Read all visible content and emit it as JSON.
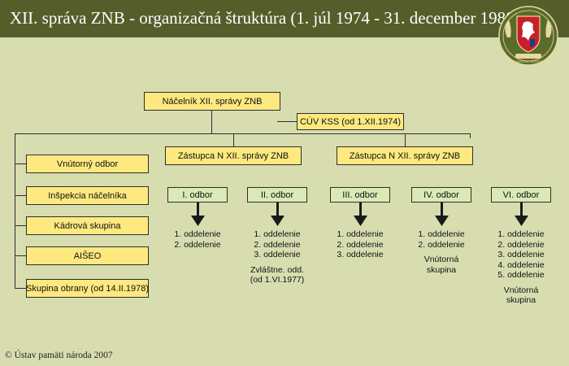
{
  "header": {
    "title": "XII. správa ZNB - organizačná štruktúra    (1. júl 1974 - 31. december 1980)"
  },
  "emblem": {
    "motto": "ZBOR NÁRODNEJ BEZPEČNOSTI"
  },
  "chief": "Náčelník XII. správy ZNB",
  "cuv": "CÚV KSS (od 1.XII.1974)",
  "deputies": [
    "Zástupca N XII. správy ZNB",
    "Zástupca N XII. správy ZNB"
  ],
  "left_units": [
    "Vnútorný odbor",
    "Inšpekcia náčelníka",
    "Kádrová skupina",
    "AIŠEO",
    "Skupina obrany (od 14.II.1978)"
  ],
  "departments": [
    {
      "label": "I. odbor",
      "subs": [
        "1. oddelenie",
        "2. oddelenie"
      ]
    },
    {
      "label": "II. odbor",
      "subs": [
        "1. oddelenie",
        "2. oddelenie",
        "3. oddelenie",
        "Zvláštne. odd.",
        "(od 1.VI.1977)"
      ]
    },
    {
      "label": "III. odbor",
      "subs": [
        "1. oddelenie",
        "2. oddelenie",
        "3. oddelenie"
      ]
    },
    {
      "label": "IV. odbor",
      "subs": [
        "1. oddelenie",
        "2. oddelenie",
        "Vnútorná",
        "skupina"
      ]
    },
    {
      "label": "VI. odbor",
      "subs": [
        "1. oddelenie",
        "2. oddelenie",
        "3. oddelenie",
        "4. oddelenie",
        "5. oddelenie",
        "Vnútorná",
        "skupina"
      ]
    }
  ],
  "footer": "© Ústav pamäti národa 2007",
  "colors": {
    "header": "#555e2a",
    "background": "#d8ddb0",
    "yellow_box": "#fde97f",
    "green_box": "#dbe9b6"
  }
}
